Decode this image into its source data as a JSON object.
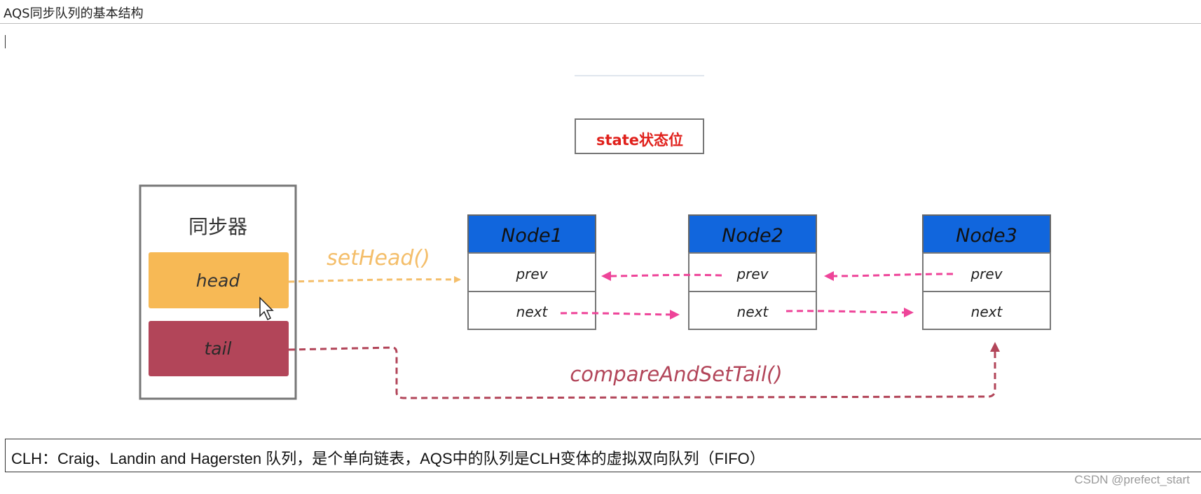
{
  "page": {
    "title": "AQS同步队列的基本结构"
  },
  "diagram": {
    "state_box": {
      "label": "state状态位",
      "color": "#e0201b"
    },
    "synchronizer": {
      "title": "同步器",
      "head_label": "head",
      "tail_label": "tail",
      "head_color": "#f7b955",
      "tail_color": "#b24559"
    },
    "nodes": [
      {
        "title": "Node1",
        "prev": "prev",
        "next": "next"
      },
      {
        "title": "Node2",
        "prev": "prev",
        "next": "next"
      },
      {
        "title": "Node3",
        "prev": "prev",
        "next": "next"
      }
    ],
    "node_header_color": "#1166dd",
    "set_head_label": "setHead()",
    "set_head_color": "#f4be6a",
    "compare_label": "compareAndSetTail()",
    "compare_color": "#b24559",
    "link_color": "#ee4499"
  },
  "caption": {
    "text": "CLH：Craig、Landin and Hagersten 队列，是个单向链表，AQS中的队列是CLH变体的虚拟双向队列（FIFO）"
  },
  "watermark": {
    "text": "CSDN @prefect_start"
  }
}
